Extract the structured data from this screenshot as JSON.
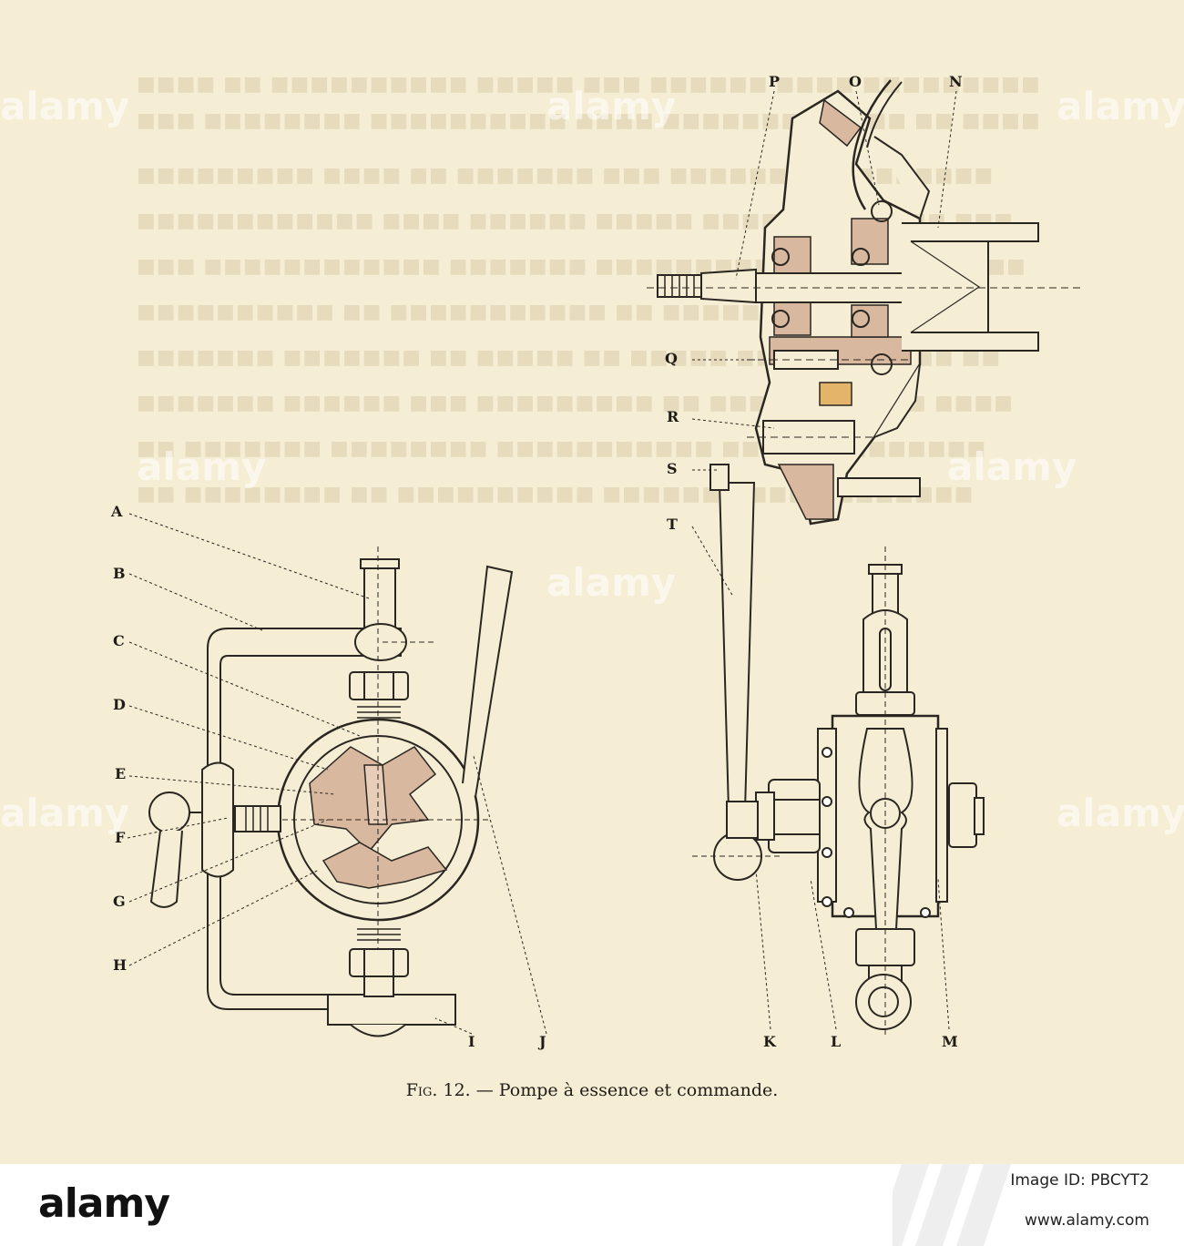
{
  "figure": {
    "caption_prefix": "Fig. 12.",
    "caption_text": " — Pompe à essence et commande."
  },
  "labels": {
    "A": "A",
    "B": "B",
    "C": "C",
    "D": "D",
    "E": "E",
    "F": "F",
    "G": "G",
    "H": "H",
    "I": "I",
    "J": "J",
    "K": "K",
    "L": "L",
    "M": "M",
    "N": "N",
    "O": "O",
    "P": "P",
    "Q": "Q",
    "R": "R",
    "S": "S",
    "T": "T"
  },
  "watermark": {
    "brand": "alamy",
    "image_id": "Image ID: PBCYT2",
    "site": "www.alamy.com"
  },
  "colors": {
    "paper": "#f5eed4",
    "ink": "#2a2621",
    "section_fill": "#d9b8a0"
  }
}
